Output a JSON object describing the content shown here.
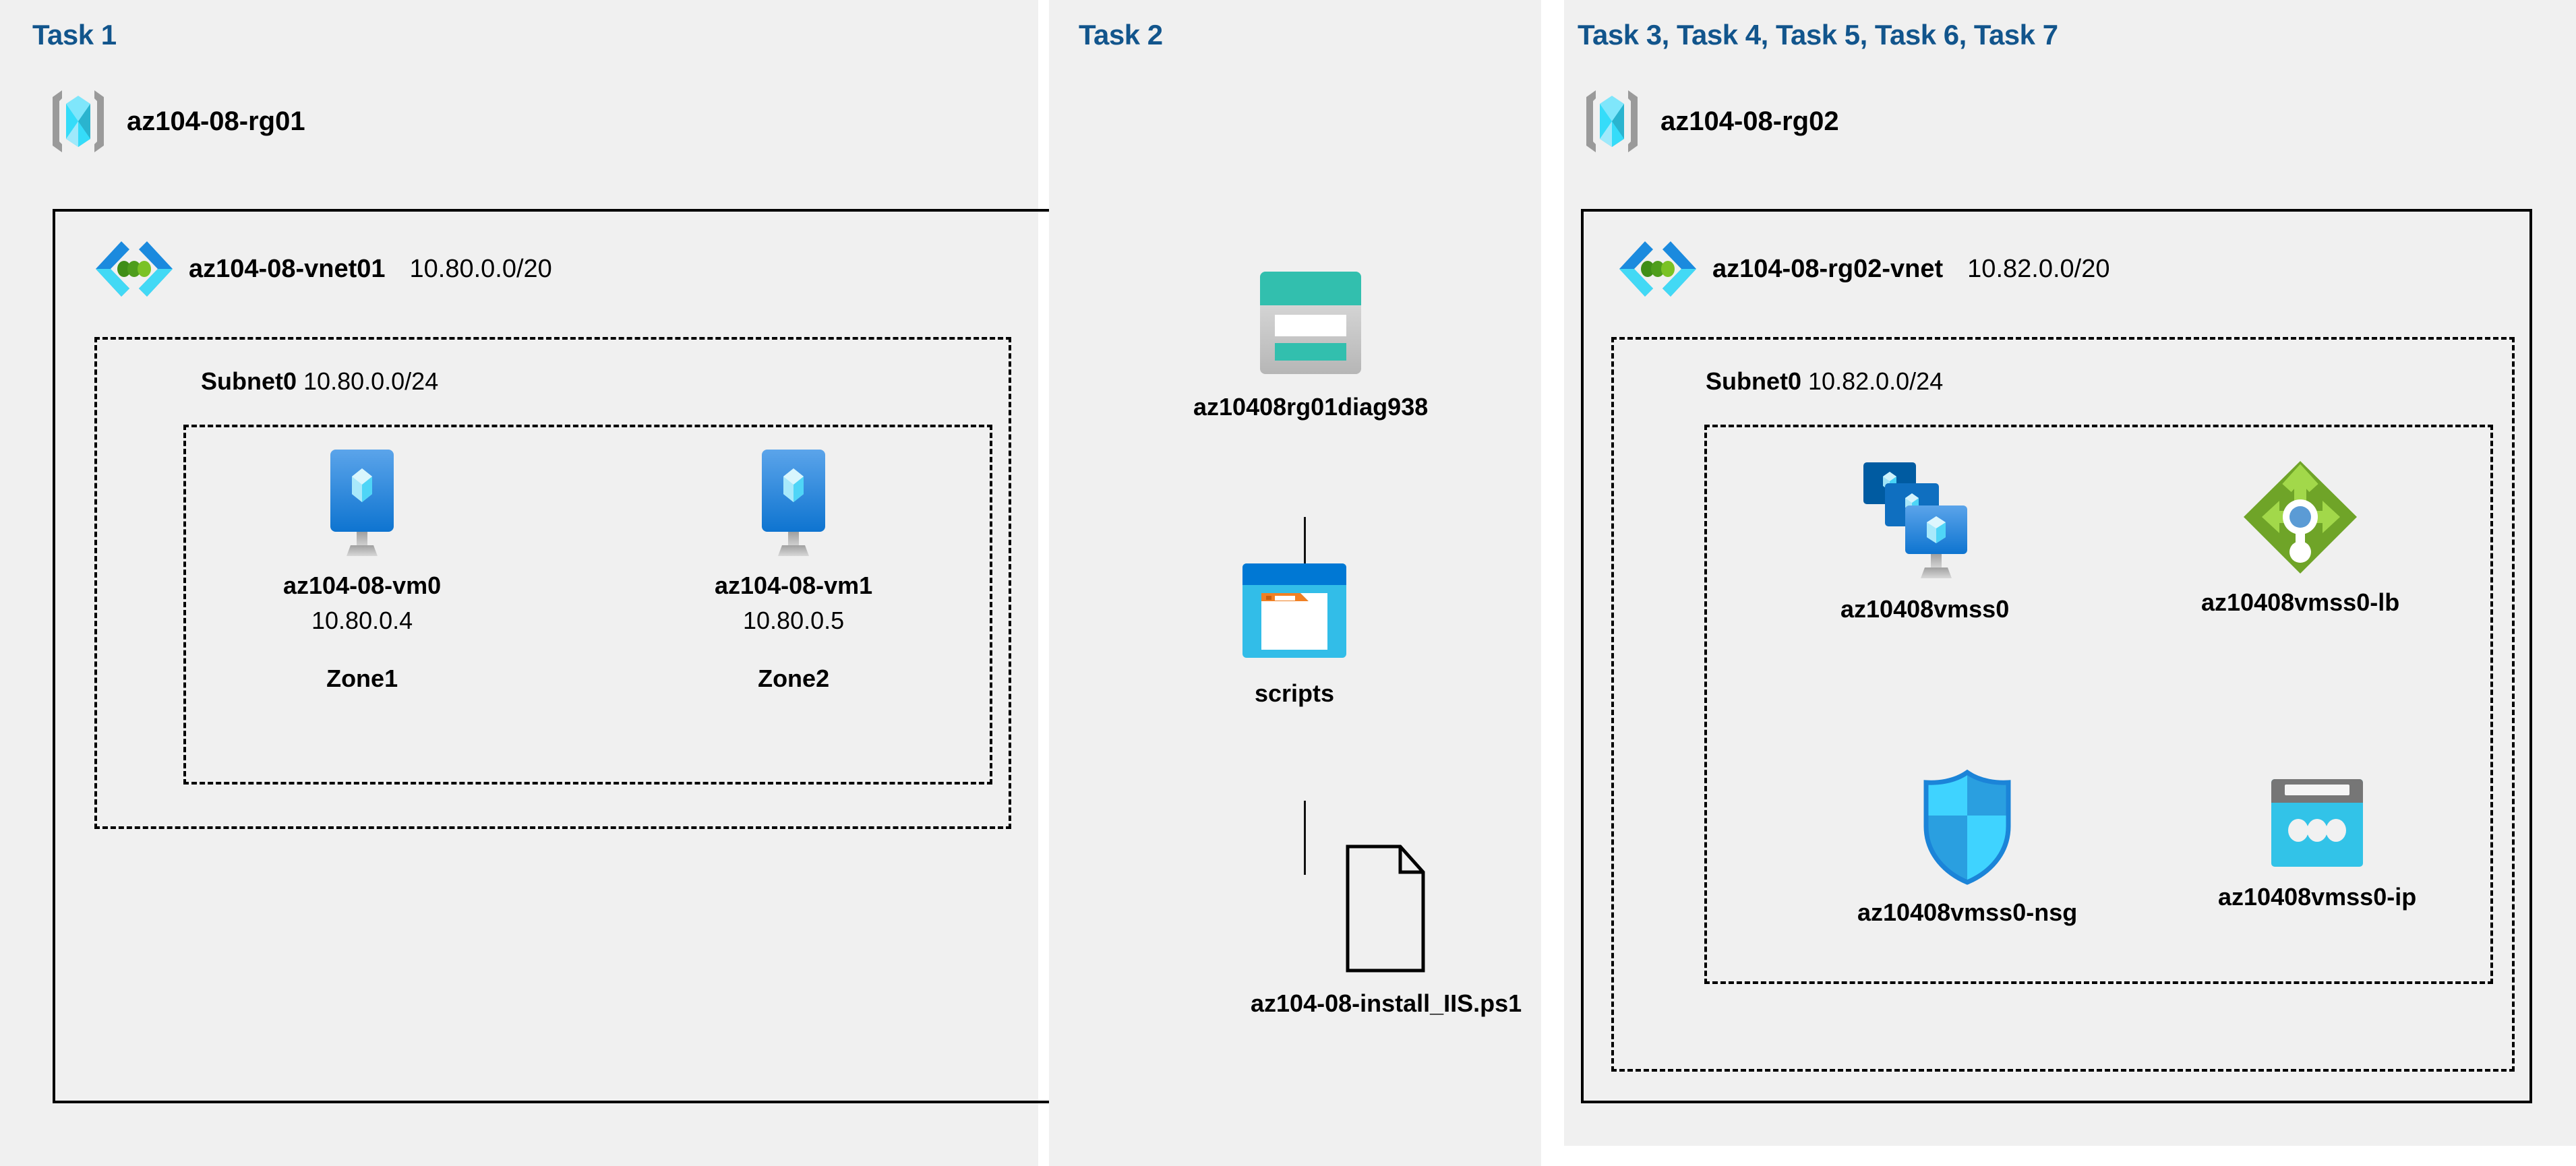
{
  "diagram": {
    "title": "Azure AZ-104 Lab 08 architecture",
    "colors": {
      "panel_bg": "#f0f0f0",
      "page_bg": "#ffffff",
      "task_heading": "#12558c",
      "border": "#000000",
      "vnet_blue": "#1b8ade",
      "vnet_cyan": "#42d9f5",
      "vnet_green": "#4a9e1f",
      "vm_blue": "#2e8ce0",
      "storage_teal": "#32bfae",
      "storage_dark_teal": "#1f7f72",
      "blob_blue": "#0078d4",
      "blob_cyan": "#32bde8",
      "folder_orange": "#f08024",
      "lb_green": "#6fa428",
      "lb_arrow_green": "#a2d84a",
      "lb_dot_blue": "#5b9bd5",
      "nsg_cyan": "#3fd3ff",
      "nsg_blue": "#2a9fe0",
      "ip_gray": "#767676",
      "ip_cyan": "#32c3e8",
      "rg_cube_cyan": "#40d9f5",
      "rg_bracket_gray": "#9a9a9a"
    },
    "tasks": {
      "task1_heading": "Task 1",
      "task2_heading": "Task 2",
      "task3_heading": "Task 3, Task 4, Task 5, Task 6, Task 7"
    },
    "resource_groups": [
      {
        "name": "az104-08-rg01",
        "icon": "resource-group-icon"
      },
      {
        "name": "az104-08-rg02",
        "icon": "resource-group-icon"
      }
    ],
    "vnets": [
      {
        "name": "az104-08-vnet01",
        "cidr": "10.80.0.0/20",
        "icon": "virtual-network-icon"
      },
      {
        "name": "az104-08-rg02-vnet",
        "cidr": "10.82.0.0/20",
        "icon": "virtual-network-icon"
      }
    ],
    "subnets": [
      {
        "name": "Subnet0",
        "cidr": "10.80.0.0/24"
      },
      {
        "name": "Subnet0",
        "cidr": "10.82.0.0/24"
      }
    ],
    "vms": [
      {
        "name": "az104-08-vm0",
        "ip": "10.80.0.4",
        "zone": "Zone1",
        "icon": "virtual-machine-icon"
      },
      {
        "name": "az104-08-vm1",
        "ip": "10.80.0.5",
        "zone": "Zone2",
        "icon": "virtual-machine-icon"
      }
    ],
    "task2_chain": [
      {
        "name": "az10408rg01diag938",
        "icon": "storage-account-icon"
      },
      {
        "name": "scripts",
        "icon": "blob-container-icon"
      },
      {
        "name": "az104-08-install_IIS.ps1",
        "icon": "script-file-icon"
      }
    ],
    "task3_resources": [
      {
        "name": "az10408vmss0",
        "icon": "vm-scale-set-icon"
      },
      {
        "name": "az10408vmss0-lb",
        "icon": "load-balancer-icon"
      },
      {
        "name": "az10408vmss0-nsg",
        "icon": "network-security-group-icon"
      },
      {
        "name": "az10408vmss0-ip",
        "icon": "public-ip-address-icon"
      }
    ]
  }
}
